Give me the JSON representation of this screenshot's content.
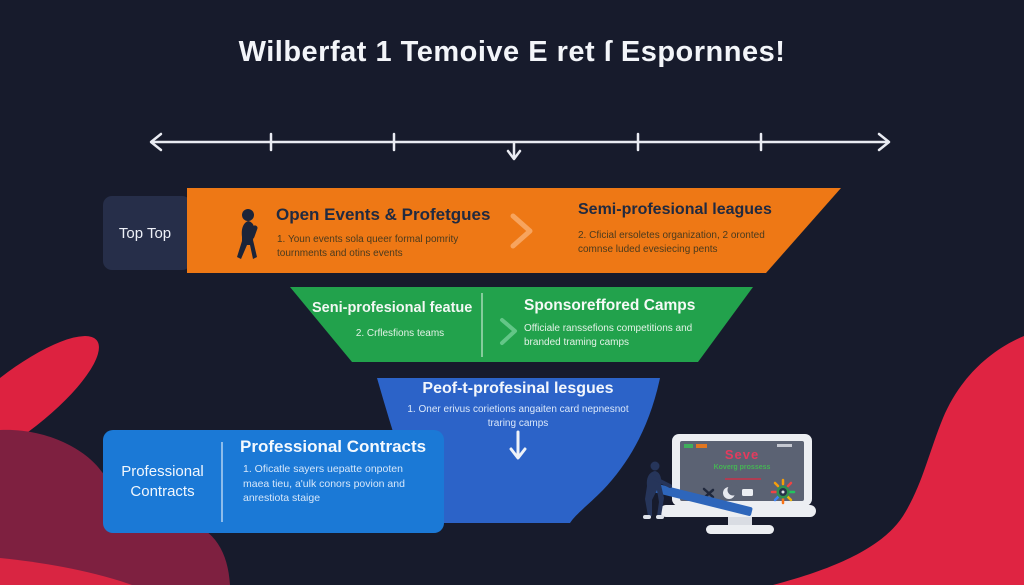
{
  "title": "Wilberfat 1 Temoive E ret ſ Espornnes!",
  "colors": {
    "background": "#171b2c",
    "tier1_orange": "#ee7815",
    "tier2_green": "#22a24c",
    "tier3_blue": "#2c63c8",
    "card_blue": "#1b79d6",
    "accent_red": "#df2442",
    "accent_maroon": "#7e2040",
    "side_label_navy": "#262e49"
  },
  "funnel": {
    "tier1": {
      "side_label": "Top Top",
      "left": {
        "heading": "Open Events & Profetgues",
        "body": "1. Youn events sola queer formal pomrity tournments and otins events"
      },
      "right": {
        "heading": "Semi-profesional leagues",
        "body": "2. Cficial ersoletes organization, 2 oronted comnse luded evesiecing pents"
      }
    },
    "tier2": {
      "left": {
        "heading": "Seni-profesional featue",
        "body": "2. Crflesfions teams"
      },
      "right": {
        "heading": "Sponsoreffored Camps",
        "body": "Officiale ranssefions competitions and branded traming camps"
      }
    },
    "tier3": {
      "heading": "Peof-t-profesinal lesgues",
      "body": "1. Oner erivus corietions angaiten card nepnesnot traring camps"
    },
    "tier4": {
      "side_label": "Professional Contracts",
      "heading": "Professional Contracts",
      "body": "1. Oficatle sayers uepatte onpoten maea tieu, a'ulk conors povion and anrestiota staige"
    }
  },
  "monitor": {
    "screen_title": "Seve",
    "screen_subtitle": "Koverg prossess"
  },
  "icons": {
    "walking_person": "dark person silhouette",
    "chevron_right": "›",
    "down_arrow": "↓",
    "timeline": "double-headed arrow with ticks",
    "starburst": "multicolor badge",
    "moon": "crescent",
    "tools": "crossed tools"
  }
}
